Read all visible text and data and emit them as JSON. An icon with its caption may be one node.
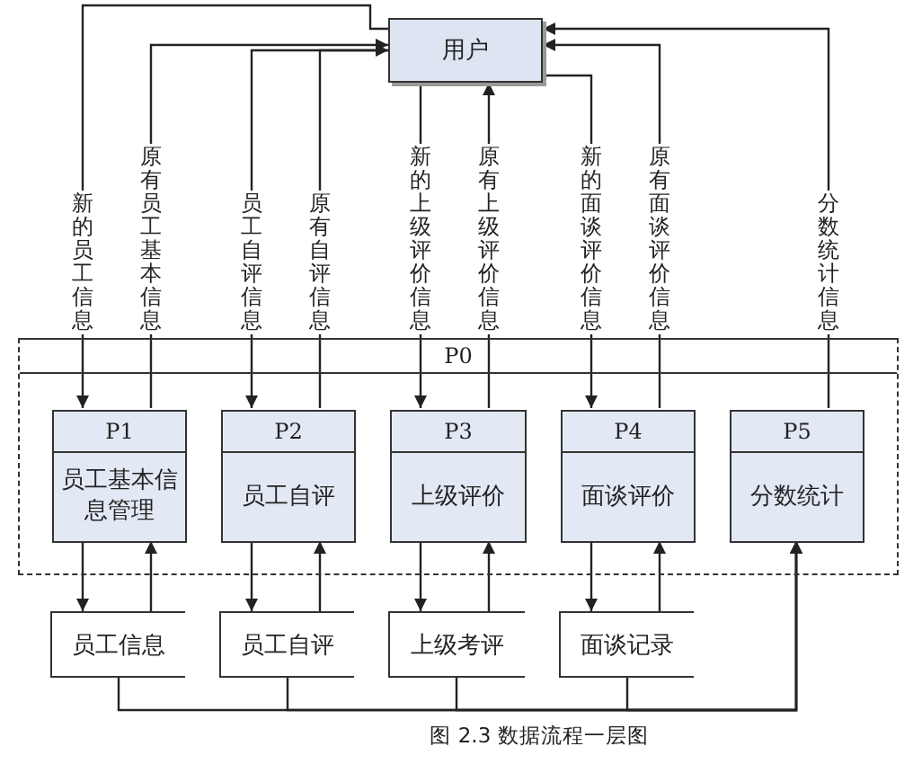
{
  "diagram": {
    "caption": "图 2.3 数据流程一层图",
    "nodes": [
      {
        "text": [
          "用户"
        ]
      },
      {
        "text": [
          "P0"
        ]
      },
      {
        "text": [
          "P1",
          "员工基本信息管理"
        ],
        "in": 1
      },
      {
        "text": [
          "P2",
          "员工自评"
        ],
        "in": 1
      },
      {
        "text": [
          "P3",
          "上级评价"
        ],
        "in": 1
      },
      {
        "text": [
          "P4",
          "面谈评价"
        ],
        "in": 1
      },
      {
        "text": [
          "P5",
          "分数统计"
        ],
        "in": 1
      },
      {
        "text": [
          "员工信息"
        ]
      },
      {
        "text": [
          "员工自评"
        ]
      },
      {
        "text": [
          "上级考评"
        ]
      },
      {
        "text": [
          "面谈记录"
        ]
      }
    ],
    "edges": [
      {
        "from": 0,
        "to": 2,
        "arrow": "to",
        "label": "新的员工信息"
      },
      {
        "from": 2,
        "to": 0,
        "arrow": "to",
        "label": "原有员工基本信息"
      },
      {
        "from": 0,
        "to": 3,
        "arrow": "to",
        "label": "员工自评信息"
      },
      {
        "from": 3,
        "to": 0,
        "arrow": "to",
        "label": "原有自评信息"
      },
      {
        "from": 0,
        "to": 4,
        "arrow": "to",
        "label": "新的上级评价信息"
      },
      {
        "from": 4,
        "to": 0,
        "arrow": "to",
        "label": "原有上级评价信息"
      },
      {
        "from": 0,
        "to": 5,
        "arrow": "to",
        "label": "新的面谈评价信息"
      },
      {
        "from": 5,
        "to": 0,
        "arrow": "to",
        "label": "原有面谈评价信息"
      },
      {
        "from": 6,
        "to": 0,
        "arrow": "to",
        "label": "分数统计信息"
      },
      {
        "from": 2,
        "to": 7,
        "arrow": "to"
      },
      {
        "from": 7,
        "to": 2,
        "arrow": "to"
      },
      {
        "from": 3,
        "to": 8,
        "arrow": "to"
      },
      {
        "from": 8,
        "to": 3,
        "arrow": "to"
      },
      {
        "from": 4,
        "to": 9,
        "arrow": "to"
      },
      {
        "from": 9,
        "to": 4,
        "arrow": "to"
      },
      {
        "from": 5,
        "to": 10,
        "arrow": "to"
      },
      {
        "from": 10,
        "to": 5,
        "arrow": "to"
      },
      {
        "from": 7,
        "to": 6,
        "arrow": "to"
      },
      {
        "from": 8,
        "to": 6,
        "arrow": "to"
      },
      {
        "from": 9,
        "to": 6,
        "arrow": "to"
      },
      {
        "from": 10,
        "to": 6,
        "arrow": "to"
      }
    ]
  }
}
